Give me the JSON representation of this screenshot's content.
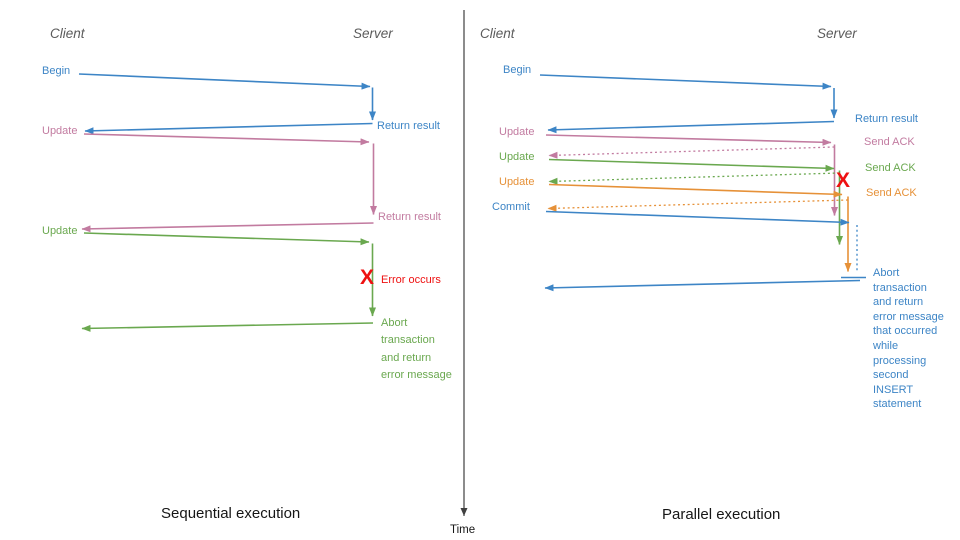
{
  "colors": {
    "blue": "#3d85c6",
    "pink": "#c27ba0",
    "green": "#6aa84f",
    "orange": "#e69138",
    "red": "#ee1111",
    "header_gray": "#5b5b5b",
    "axis": "#404040"
  },
  "sequential": {
    "client_header": "Client",
    "server_header": "Server",
    "begin": "Begin",
    "return_result1": "Return result",
    "update1": "Update",
    "return_result2": "Return result",
    "update2": "Update",
    "error_x": "X",
    "error_label": "Error occurs",
    "abort_lines": [
      "Abort",
      "transaction",
      "and return",
      "error message"
    ],
    "caption": "Sequential execution"
  },
  "parallel": {
    "client_header": "Client",
    "server_header": "Server",
    "begin": "Begin",
    "return_result": "Return result",
    "update1": "Update",
    "send_ack1": "Send ACK",
    "update2": "Update",
    "send_ack2": "Send ACK",
    "update3": "Update",
    "send_ack3": "Send ACK",
    "commit": "Commit",
    "error_x": "X",
    "abort_lines": [
      "Abort",
      "transaction",
      "and return",
      "error message",
      "that occurred",
      "while",
      "processing",
      "second",
      "INSERT",
      "statement"
    ],
    "caption": "Parallel execution"
  },
  "time_axis": {
    "label": "Time"
  }
}
